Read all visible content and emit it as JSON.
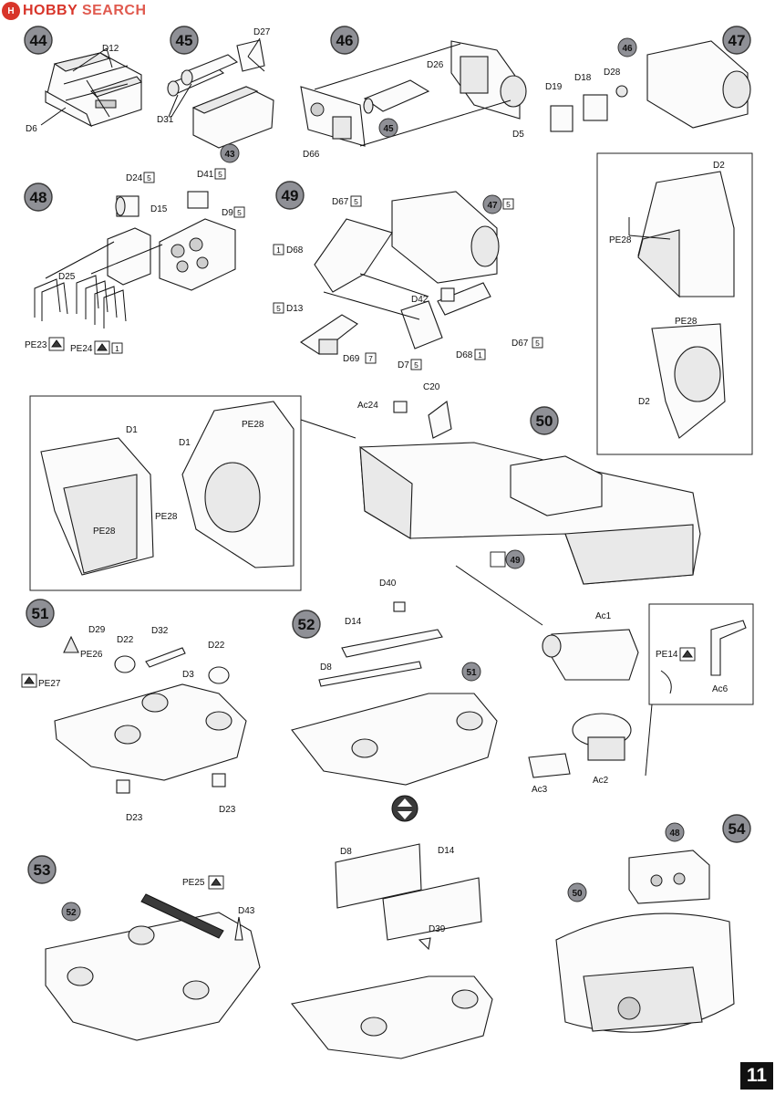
{
  "watermark": {
    "brand": "HOBBY",
    "brand2": "SEARCH",
    "mark": "H"
  },
  "page_number": "11",
  "steps": [
    {
      "n": "44",
      "parts": [
        "D12",
        "D6"
      ]
    },
    {
      "n": "45",
      "parts": [
        "D27",
        "D31",
        "43"
      ]
    },
    {
      "n": "46",
      "parts": [
        "D26",
        "45",
        "D66",
        "D5"
      ]
    },
    {
      "n": "47",
      "parts": [
        "46",
        "D28",
        "D18",
        "D19"
      ]
    },
    {
      "n": "48",
      "parts": [
        "D24",
        "D41",
        "D15",
        "D9",
        "D25",
        "PE23",
        "PE24"
      ]
    },
    {
      "n": "49",
      "parts": [
        "D67",
        "D68",
        "D13",
        "D42",
        "D69",
        "D7",
        "47"
      ]
    },
    {
      "n": "50",
      "parts": [
        "Ac24",
        "C20",
        "D1",
        "PE28",
        "D2",
        "49"
      ]
    },
    {
      "n": "51",
      "parts": [
        "D29",
        "PE26",
        "PE27",
        "D22",
        "D32",
        "D3",
        "D23"
      ]
    },
    {
      "n": "52",
      "parts": [
        "D40",
        "D14",
        "D8",
        "51"
      ]
    },
    {
      "n": "53",
      "parts": [
        "52",
        "PE25",
        "D43",
        "D8",
        "D14",
        "D39"
      ]
    },
    {
      "n": "54",
      "parts": [
        "48",
        "50"
      ]
    }
  ],
  "ac_parts": [
    "Ac1",
    "Ac2",
    "Ac3",
    "Ac6",
    "PE14"
  ],
  "labels": {
    "s44_d12": "D12",
    "s44_d6": "D6",
    "s45_d27": "D27",
    "s45_d31": "D31",
    "s45_43": "43",
    "s46_d26": "D26",
    "s46_45": "45",
    "s46_d66": "D66",
    "s46_d5": "D5",
    "s47_46": "46",
    "s47_d28": "D28",
    "s47_d18": "D18",
    "s47_d19": "D19",
    "s48_d24": "D24",
    "s48_d24b": "5",
    "s48_d41": "D41",
    "s48_d41b": "5",
    "s48_d15": "D15",
    "s48_d9": "D9",
    "s48_d9b": "5",
    "s48_d25": "D25",
    "s48_pe23": "PE23",
    "s48_pe24": "PE24",
    "s48_pe24b": "1",
    "s49_d67a": "D67",
    "s49_d67ab": "5",
    "s49_d68a": "D68",
    "s49_d68ab": "1",
    "s49_47": "47",
    "s49_47b": "5",
    "s49_d13": "D13",
    "s49_d13b": "5",
    "s49_d42": "D42",
    "s49_d69": "D69",
    "s49_d69b": "7",
    "s49_d7": "D7",
    "s49_d7b": "5",
    "s49_d68b": "D68",
    "s49_d68bb": "1",
    "s49_d67b": "D67",
    "s49_d67bb": "5",
    "r_d2a": "D2",
    "r_pe28a": "PE28",
    "r_pe28b": "PE28",
    "r_d2b": "D2",
    "l_d1a": "D1",
    "l_d1b": "D1",
    "l_pe28a": "PE28",
    "l_pe28b": "PE28",
    "l_pe28c": "PE28",
    "s50_ac24": "Ac24",
    "s50_c20": "C20",
    "s50_49": "49",
    "s51_d29": "D29",
    "s51_pe26": "PE26",
    "s51_pe27": "PE27",
    "s51_d22a": "D22",
    "s51_d32": "D32",
    "s51_d22b": "D22",
    "s51_d3": "D3",
    "s51_d23a": "D23",
    "s51_d23b": "D23",
    "s52_d40": "D40",
    "s52_d14": "D14",
    "s52_d8": "D8",
    "s52_51": "51",
    "ac_ac1": "Ac1",
    "ac_pe14": "PE14",
    "ac_ac6": "Ac6",
    "ac_ac3": "Ac3",
    "ac_ac2": "Ac2",
    "s53_52": "52",
    "s53_pe25": "PE25",
    "s53_d43": "D43",
    "s53_d8": "D8",
    "s53_d14": "D14",
    "s53_d39": "D39",
    "s54_48": "48",
    "s54_50": "50"
  },
  "colors": {
    "step_circle": "#8f9096",
    "ink": "#111111",
    "brand": "#d8352a"
  }
}
